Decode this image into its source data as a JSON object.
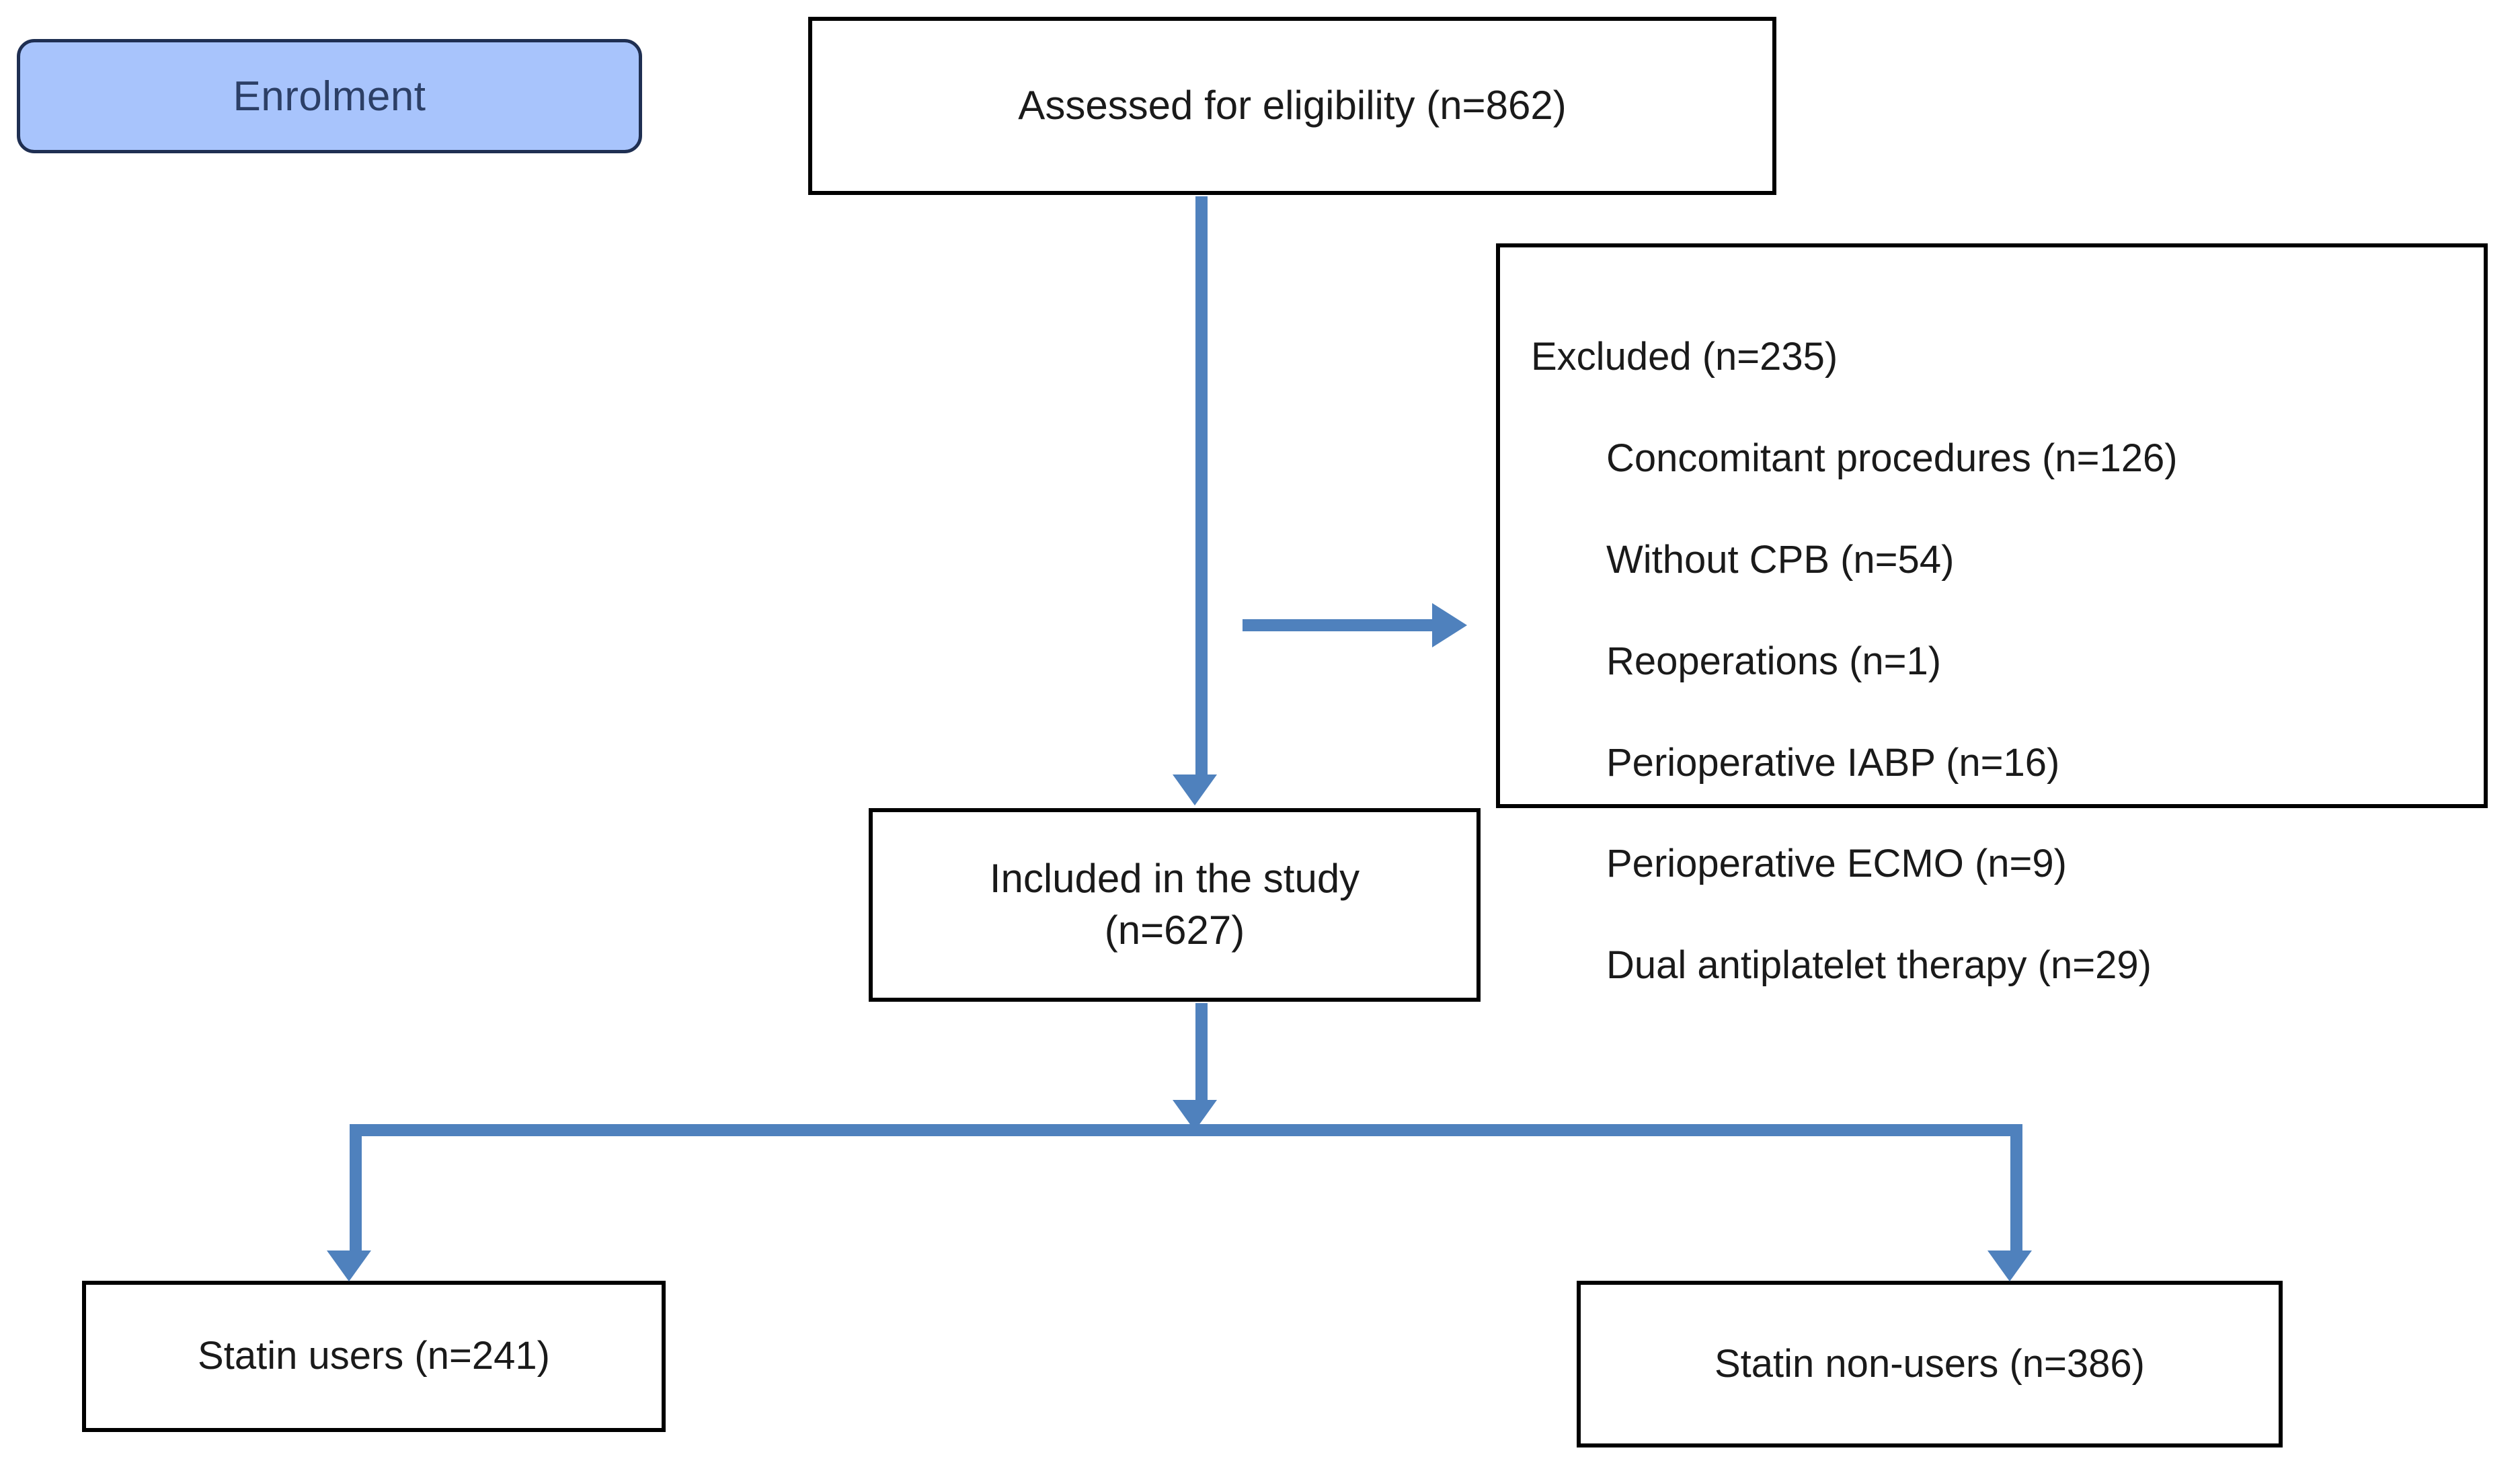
{
  "diagram": {
    "title": "CONSORT study flow diagram",
    "colors": {
      "enrolment_fill": "#a8c4fc",
      "enrolment_border": "#1f2f52",
      "enrolment_text": "#2c3f66",
      "box_border": "#000000",
      "box_fill": "#ffffff",
      "connector": "#4f81bd",
      "text": "#1a1a1a",
      "background": "#ffffff"
    },
    "stage_label": "Enrolment",
    "nodes": {
      "assessed": "Assessed for eligibility (n=862)",
      "excluded_heading": "Excluded (n=235)",
      "excluded_items": [
        "Concomitant procedures (n=126)",
        "Without CPB (n=54)",
        "Reoperations (n=1)",
        "Perioperative IABP (n=16)",
        "Perioperative ECMO (n=9)",
        "Dual antiplatelet therapy (n=29)"
      ],
      "included": "Included in the study\n(n=627)",
      "statin_users": "Statin users (n=241)",
      "statin_non_users": "Statin non-users (n=386)"
    },
    "counts": {
      "assessed_n": 862,
      "excluded_n": 235,
      "concomitant_procedures_n": 126,
      "without_cpb_n": 54,
      "reoperations_n": 1,
      "perioperative_iabp_n": 16,
      "perioperative_ecmo_n": 9,
      "dual_antiplatelet_therapy_n": 29,
      "included_n": 627,
      "statin_users_n": 241,
      "statin_non_users_n": 386
    }
  }
}
